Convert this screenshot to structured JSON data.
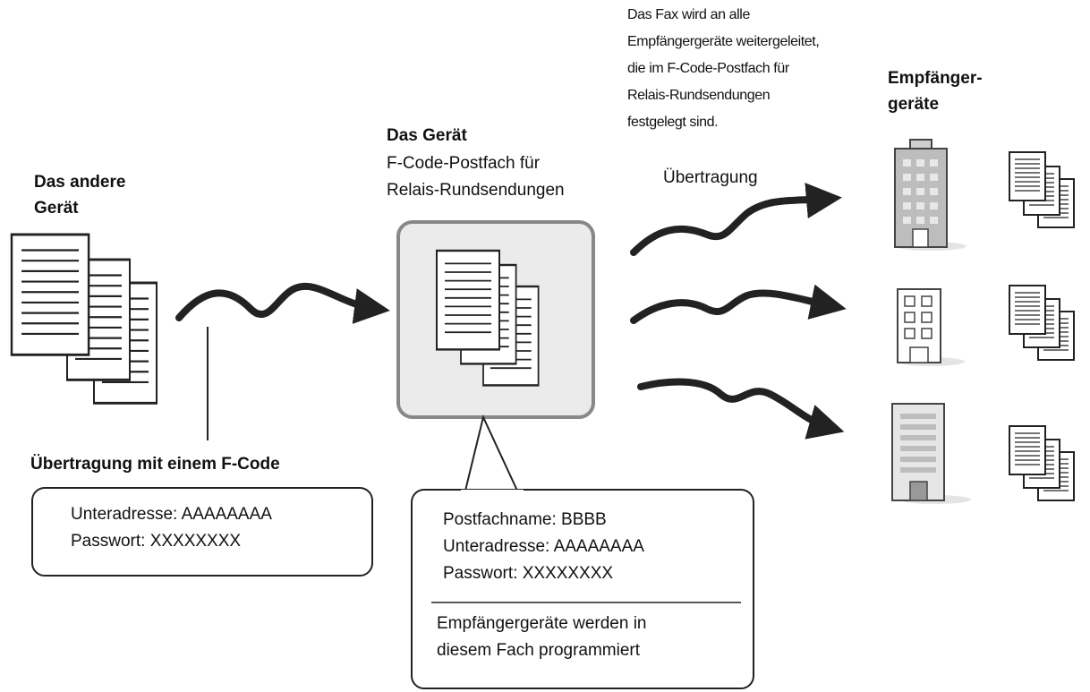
{
  "sender": {
    "title_line1": "Das andere",
    "title_line2": "Gerät"
  },
  "device": {
    "title": "Das Gerät",
    "subtitle_line1": "F-Code-Postfach für",
    "subtitle_line2": "Relais-Rundsendungen"
  },
  "forward_note": {
    "line1": "Das Fax wird an alle",
    "line2": "Empfängergeräte weitergeleitet,",
    "line3": "die im F-Code-Postfach für",
    "line4": "Relais-Rundsendungen",
    "line5": "festgelegt sind."
  },
  "transmission_label": "Übertragung",
  "recipients": {
    "title_line1": "Empfänger-",
    "title_line2": "geräte"
  },
  "fcode_transmission": {
    "heading": "Übertragung mit einem F-Code",
    "subaddress": "Unteradresse: AAAAAAAA",
    "password": "Passwort: XXXXXXXX"
  },
  "mailbox_info": {
    "name": "Postfachname: BBBB",
    "subaddress": "Unteradresse: AAAAAAAA",
    "password": "Passwort: XXXXXXXX",
    "note_line1": "Empfängergeräte werden in",
    "note_line2": "diesem Fach programmiert"
  }
}
